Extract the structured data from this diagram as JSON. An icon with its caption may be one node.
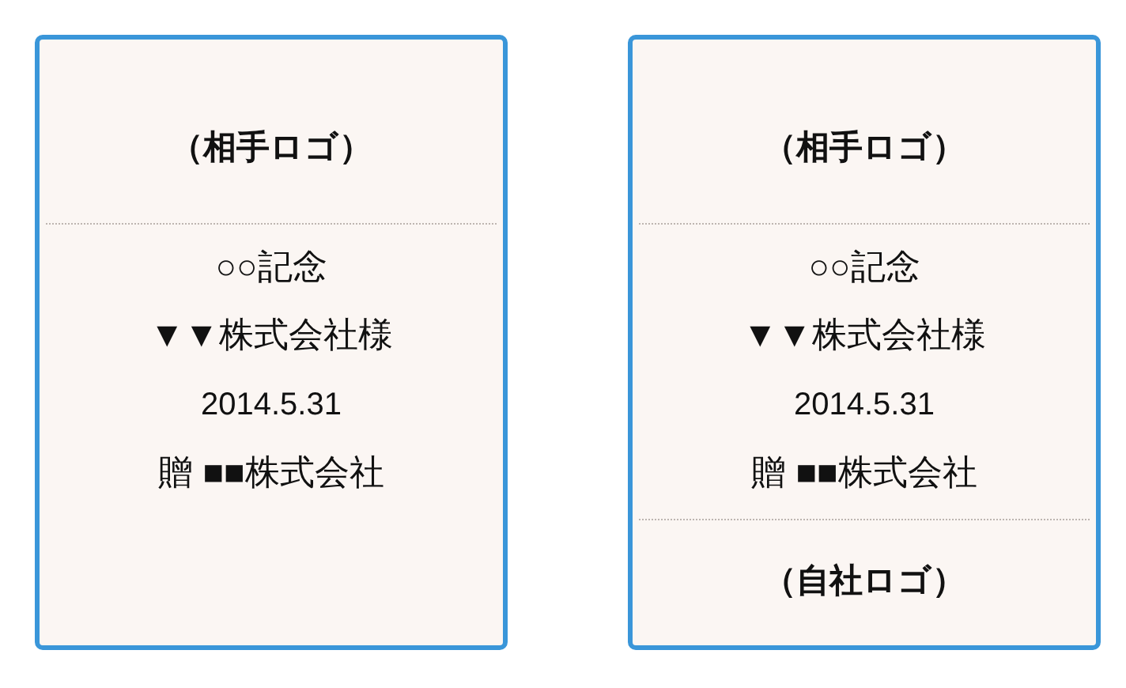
{
  "diagram": {
    "nodes": [
      {
        "text": [
          "（相手ロゴ）",
          "○○記念",
          "▼▼株式会社様",
          "2014.5.31",
          "贈 ■■株式会社"
        ]
      },
      {
        "text": [
          "（相手ロゴ）",
          "○○記念",
          "▼▼株式会社様",
          "2014.5.31",
          "贈 ■■株式会社",
          "（自社ロゴ）"
        ]
      }
    ]
  }
}
